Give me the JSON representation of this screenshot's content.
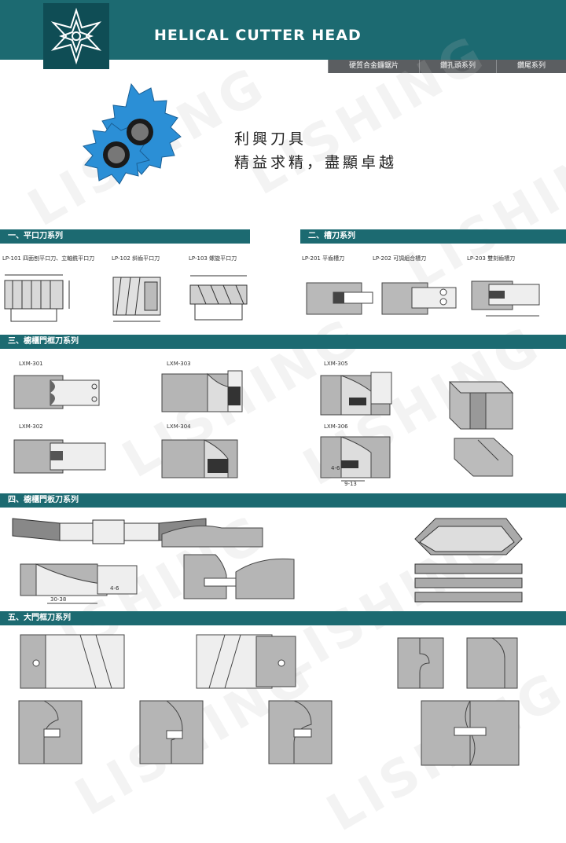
{
  "header": {
    "title": "HELICAL CUTTER HEAD",
    "tabs": [
      "硬質合金鑼鋸片",
      "鑽孔頭系列",
      "鑽尾系列"
    ]
  },
  "watermark": "LISHING",
  "slogan": {
    "line1": "利興刀具",
    "line2": "精益求精，盡顯卓越"
  },
  "sections": {
    "s1": {
      "title": "一、平口刀系列",
      "items": [
        "LP-101 四面刨平口刀、立軸銑平口刀",
        "LP-102 斜齒平口刀",
        "LP-103 螺旋平口刀"
      ]
    },
    "s2": {
      "title": "二、槽刀系列",
      "items": [
        "LP-201 平齒槽刀",
        "LP-202 可調組合槽刀",
        "LP-203 雙刻齒槽刀"
      ]
    },
    "s3": {
      "title": "三、櫥櫃門框刀系列",
      "items": [
        "LXM-301",
        "LXM-302",
        "LXM-303",
        "LXM-304",
        "LXM-305",
        "LXM-306"
      ],
      "dims": [
        "4-6",
        "9-13"
      ]
    },
    "s4": {
      "title": "四、櫥櫃門板刀系列",
      "dims": [
        "4-6",
        "30-38"
      ]
    },
    "s5": {
      "title": "五、大門框刀系列"
    }
  },
  "colors": {
    "brand": "#1c6a71",
    "tab": "#5b5e61",
    "cutter": "#2b8fd6",
    "wood": "#a9a9a9"
  }
}
